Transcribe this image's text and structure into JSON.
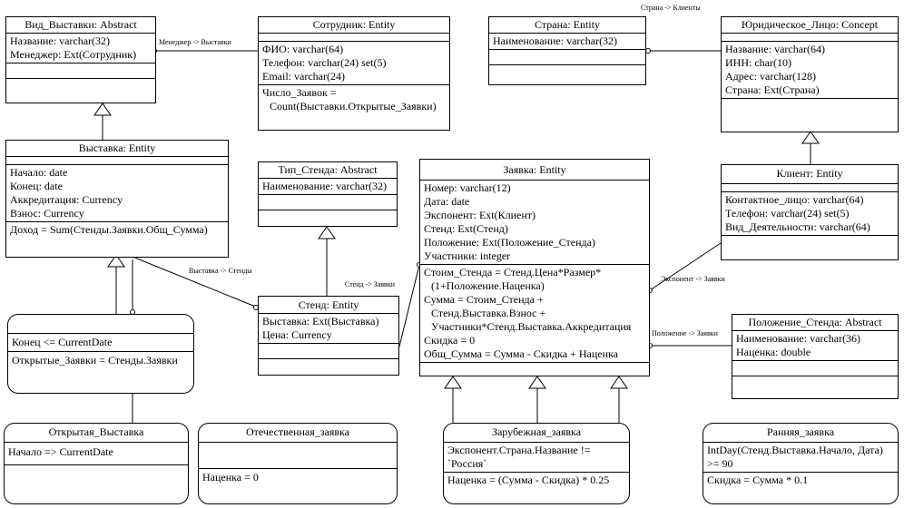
{
  "vid_vystavki": {
    "title": "Вид_Выставки: Abstract",
    "attrs": [
      "Название: varchar(32)",
      "Менеджер: Ext(Сотрудник)"
    ]
  },
  "sotrudnik": {
    "title": "Сотрудник: Entity",
    "attrs": [
      "ФИО: varchar(64)",
      "Телефон: varchar(24) set(5)",
      "Email: varchar(24)"
    ],
    "derived": [
      "Число_Заявок =",
      "Count(Выставки.Открытые_Заявки)"
    ]
  },
  "strana": {
    "title": "Страна: Entity",
    "attrs": [
      "Наименование: varchar(32)"
    ]
  },
  "yur_lico": {
    "title": "Юридическое_Лицо: Concept",
    "attrs": [
      "Название: varchar(64)",
      "ИНН: char(10)",
      "Адрес: varchar(128)",
      "Страна: Ext(Страна)"
    ]
  },
  "vystavka": {
    "title": "Выставка: Entity",
    "attrs": [
      "Начало: date",
      "Конец: date",
      "Аккредитация: Currency",
      "Взнос: Currency"
    ],
    "derived": [
      "Доход = Sum(Стенды.Заявки.Общ_Сумма)"
    ]
  },
  "tip_stenda": {
    "title": "Тип_Стенда: Abstract",
    "attrs": [
      "Наименование: varchar(32)"
    ]
  },
  "zayavka": {
    "title": "Заявка: Entity",
    "attrs": [
      "Номер: varchar(12)",
      "Дата: date",
      "Экспонент: Ext(Клиент)",
      "Стенд: Ext(Стенд)",
      "Положение: Ext(Положение_Стенда)",
      "Участники: integer"
    ],
    "derived": [
      "Стоим_Стенда = Стенд.Цена*Размер*",
      "(1+Положение.Наценка)",
      "Сумма = Стоим_Стенда +",
      "Стенд.Выставка.Взнос +",
      "Участники*Стенд.Выставка.Аккредитация",
      "Скидка = 0",
      "Общ_Сумма = Сумма - Скидка + Наценка"
    ]
  },
  "klient": {
    "title": "Клиент: Entity",
    "attrs": [
      "Контактное_лицо: varchar(64)",
      "Телефон: varchar(24) set(5)",
      "Вид_Деятельности: varchar(64)"
    ]
  },
  "cond_box": {
    "condition": "Конец <= CurrentDate",
    "derived": "Открытые_Заявки = Стенды.Заявки"
  },
  "stend": {
    "title": "Стенд: Entity",
    "attrs": [
      "Выставка: Ext(Выставка)",
      "Цена: Currency"
    ]
  },
  "polozhenie": {
    "title": "Положение_Стенда: Abstract",
    "attrs": [
      "Наименование: varchar(36)",
      "Наценка: double"
    ]
  },
  "otkrytaya": {
    "title": "Открытая_Выставка",
    "condition": "Начало => CurrentDate"
  },
  "otech": {
    "title": "Отечественная_заявка",
    "derived": "Наценка = 0"
  },
  "zarub": {
    "title": "Зарубежная_заявка",
    "condition": [
      "Экспонент.Страна.Название !=",
      "`Россия`"
    ],
    "derived": "Наценка = (Сумма - Скидка) * 0.25"
  },
  "rannyaya": {
    "title": "Ранняя_заявка",
    "condition": [
      "IntDay(Стенд.Выставка.Начало, Дата)",
      ">= 90"
    ],
    "derived": "Скидка = Сумма * 0.1"
  },
  "labels": {
    "manager": "Менеджер -> Выставки",
    "country": "Страна -> Клиенты",
    "exhibition": "Выставка -> Стенды",
    "stand": "Стенд -> Заявки",
    "exponent": "Экспонент -> Заявки",
    "position": "Положение -> Заявки"
  }
}
